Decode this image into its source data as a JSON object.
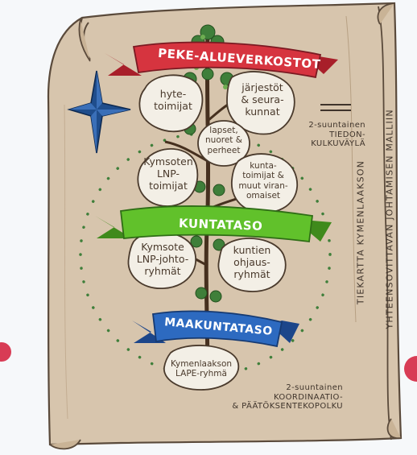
{
  "colors": {
    "parchment": "#d5c3ac",
    "parchment_edge": "#5a4a3b",
    "bubble": "#f3efe6",
    "leaf": "#3f7f3a",
    "banner_red": "#d6343f",
    "banner_green": "#61c12b",
    "banner_blue": "#2d6ac0",
    "star": "#1f4d8c",
    "accent_dot": "#d83c55"
  },
  "banners": {
    "peke": "PEKE-ALUEVERKOSTOT",
    "kunta": "KUNTATASO",
    "maakunta": "MAAKUNTATASO"
  },
  "bubbles": {
    "hyte": "hyte-\ntoimijat",
    "jarjestot": "järjestöt\n& seura-\nkunnat",
    "lapset": "lapset,\nnuoret &\nperheet",
    "kymsoten_lnp": "Kymsoten\nLNP-\ntoimijat",
    "kuntatoimijat": "kunta-\ntoimijat &\nmuut viran-\nomaiset",
    "kymsote_lnp_johto": "Kymsote\nLNP-johto-\nryhmät",
    "kuntien_ohjaus": "kuntien\nohjaus-\nryhmät",
    "kymenlaakson_lape": "Kymenlaakson\nLAPE-ryhmä"
  },
  "notes": {
    "tiedon": "2-suuntainen\nTIEDON-\nKULKUVÄYLÄ",
    "koordinaatio": "2-suuntainen\nKOORDINAATIO-\n& PÄÄTÖKSENTEKOPOLKU"
  },
  "side_title": {
    "line1": "TIEKARTTA KYMENLAAKSON",
    "line2": "YHTEENSOVITTAVAN JOHTAMISEN MALLIIN"
  },
  "icons": [
    "compass-star-icon",
    "leaf-cluster-icon",
    "dotted-path-icon"
  ]
}
